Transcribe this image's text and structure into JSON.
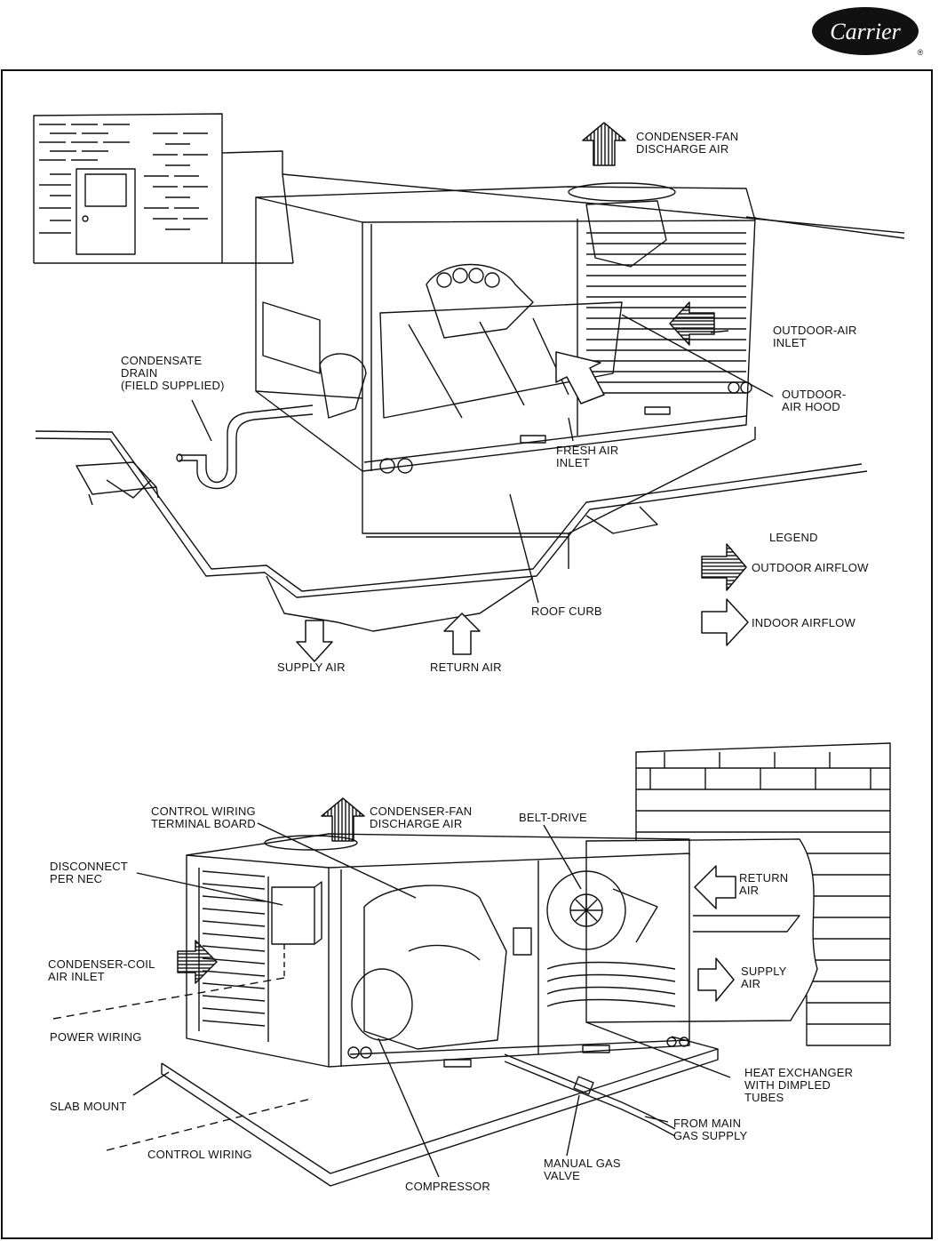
{
  "brand": {
    "logo_text": "Carrier",
    "registered_mark": "®"
  },
  "top_diagram": {
    "labels": {
      "condenser_fan_discharge": "CONDENSER-FAN\nDISCHARGE AIR",
      "outdoor_air_inlet": "OUTDOOR-AIR\nINLET",
      "condensate_drain": "CONDENSATE\nDRAIN\n(FIELD SUPPLIED)",
      "outdoor_air_hood": "OUTDOOR-\nAIR HOOD",
      "fresh_air_inlet": "FRESH AIR\nINLET",
      "roof_curb": "ROOF CURB",
      "supply_air": "SUPPLY AIR",
      "return_air": "RETURN AIR"
    },
    "legend": {
      "title": "LEGEND",
      "outdoor_airflow": "OUTDOOR AIRFLOW",
      "indoor_airflow": "INDOOR AIRFLOW"
    }
  },
  "bottom_diagram": {
    "labels": {
      "control_wiring_terminal_board": "CONTROL WIRING\nTERMINAL BOARD",
      "condenser_fan_discharge": "CONDENSER-FAN\nDISCHARGE AIR",
      "belt_drive": "BELT-DRIVE",
      "disconnect_per_nec": "DISCONNECT\nPER NEC",
      "return_air": "RETURN\nAIR",
      "condenser_coil_air_inlet": "CONDENSER-COIL\nAIR INLET",
      "supply_air": "SUPPLY\nAIR",
      "power_wiring": "POWER WIRING",
      "heat_exchanger": "HEAT EXCHANGER\nWITH DIMPLED\nTUBES",
      "slab_mount": "SLAB MOUNT",
      "from_main_gas_supply": "FROM MAIN\nGAS SUPPLY",
      "control_wiring": "CONTROL WIRING",
      "manual_gas_valve": "MANUAL GAS\nVALVE",
      "compressor": "COMPRESSOR"
    }
  }
}
